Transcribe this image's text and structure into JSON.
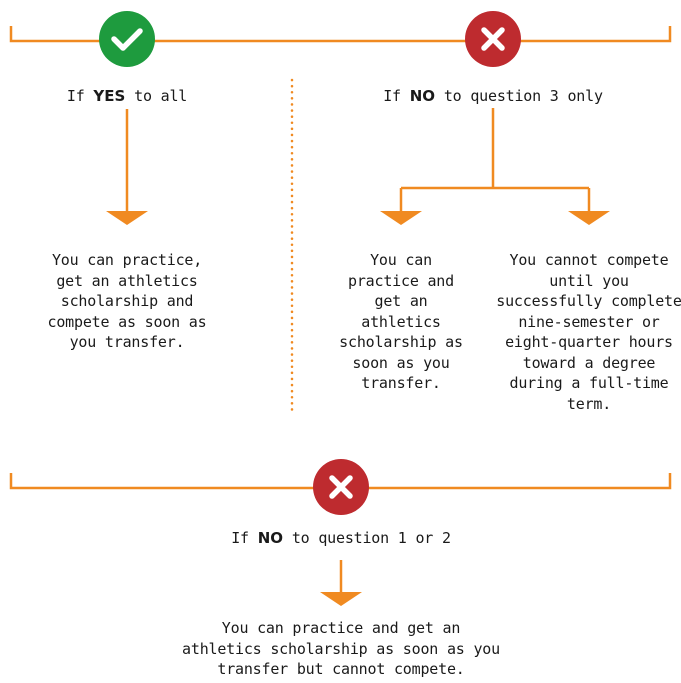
{
  "colors": {
    "line": "#F08A21",
    "yes": "#1E9B3E",
    "no": "#BE2B2F",
    "text": "#1a1a1a"
  },
  "icons": {
    "yes": "check-icon",
    "no": "x-icon"
  },
  "branches": {
    "yes_all": {
      "prefix": "If ",
      "keyword": "YES",
      "suffix": " to all",
      "outcome": "You can practice, get an athletics scholarship and compete as soon as you transfer."
    },
    "no_q3": {
      "prefix": "If ",
      "keyword": "NO",
      "suffix": " to question 3 only",
      "outcome_left": "You can practice and get an athletics scholarship as soon as you transfer.",
      "outcome_right": "You cannot compete until you successfully complete nine-semester or eight-quarter hours toward a degree during a full-time term."
    },
    "no_q1_q2": {
      "prefix": "If ",
      "keyword": "NO",
      "suffix": " to question 1 or 2",
      "outcome": "You can practice and get an athletics scholarship as soon as you transfer but cannot compete."
    }
  }
}
